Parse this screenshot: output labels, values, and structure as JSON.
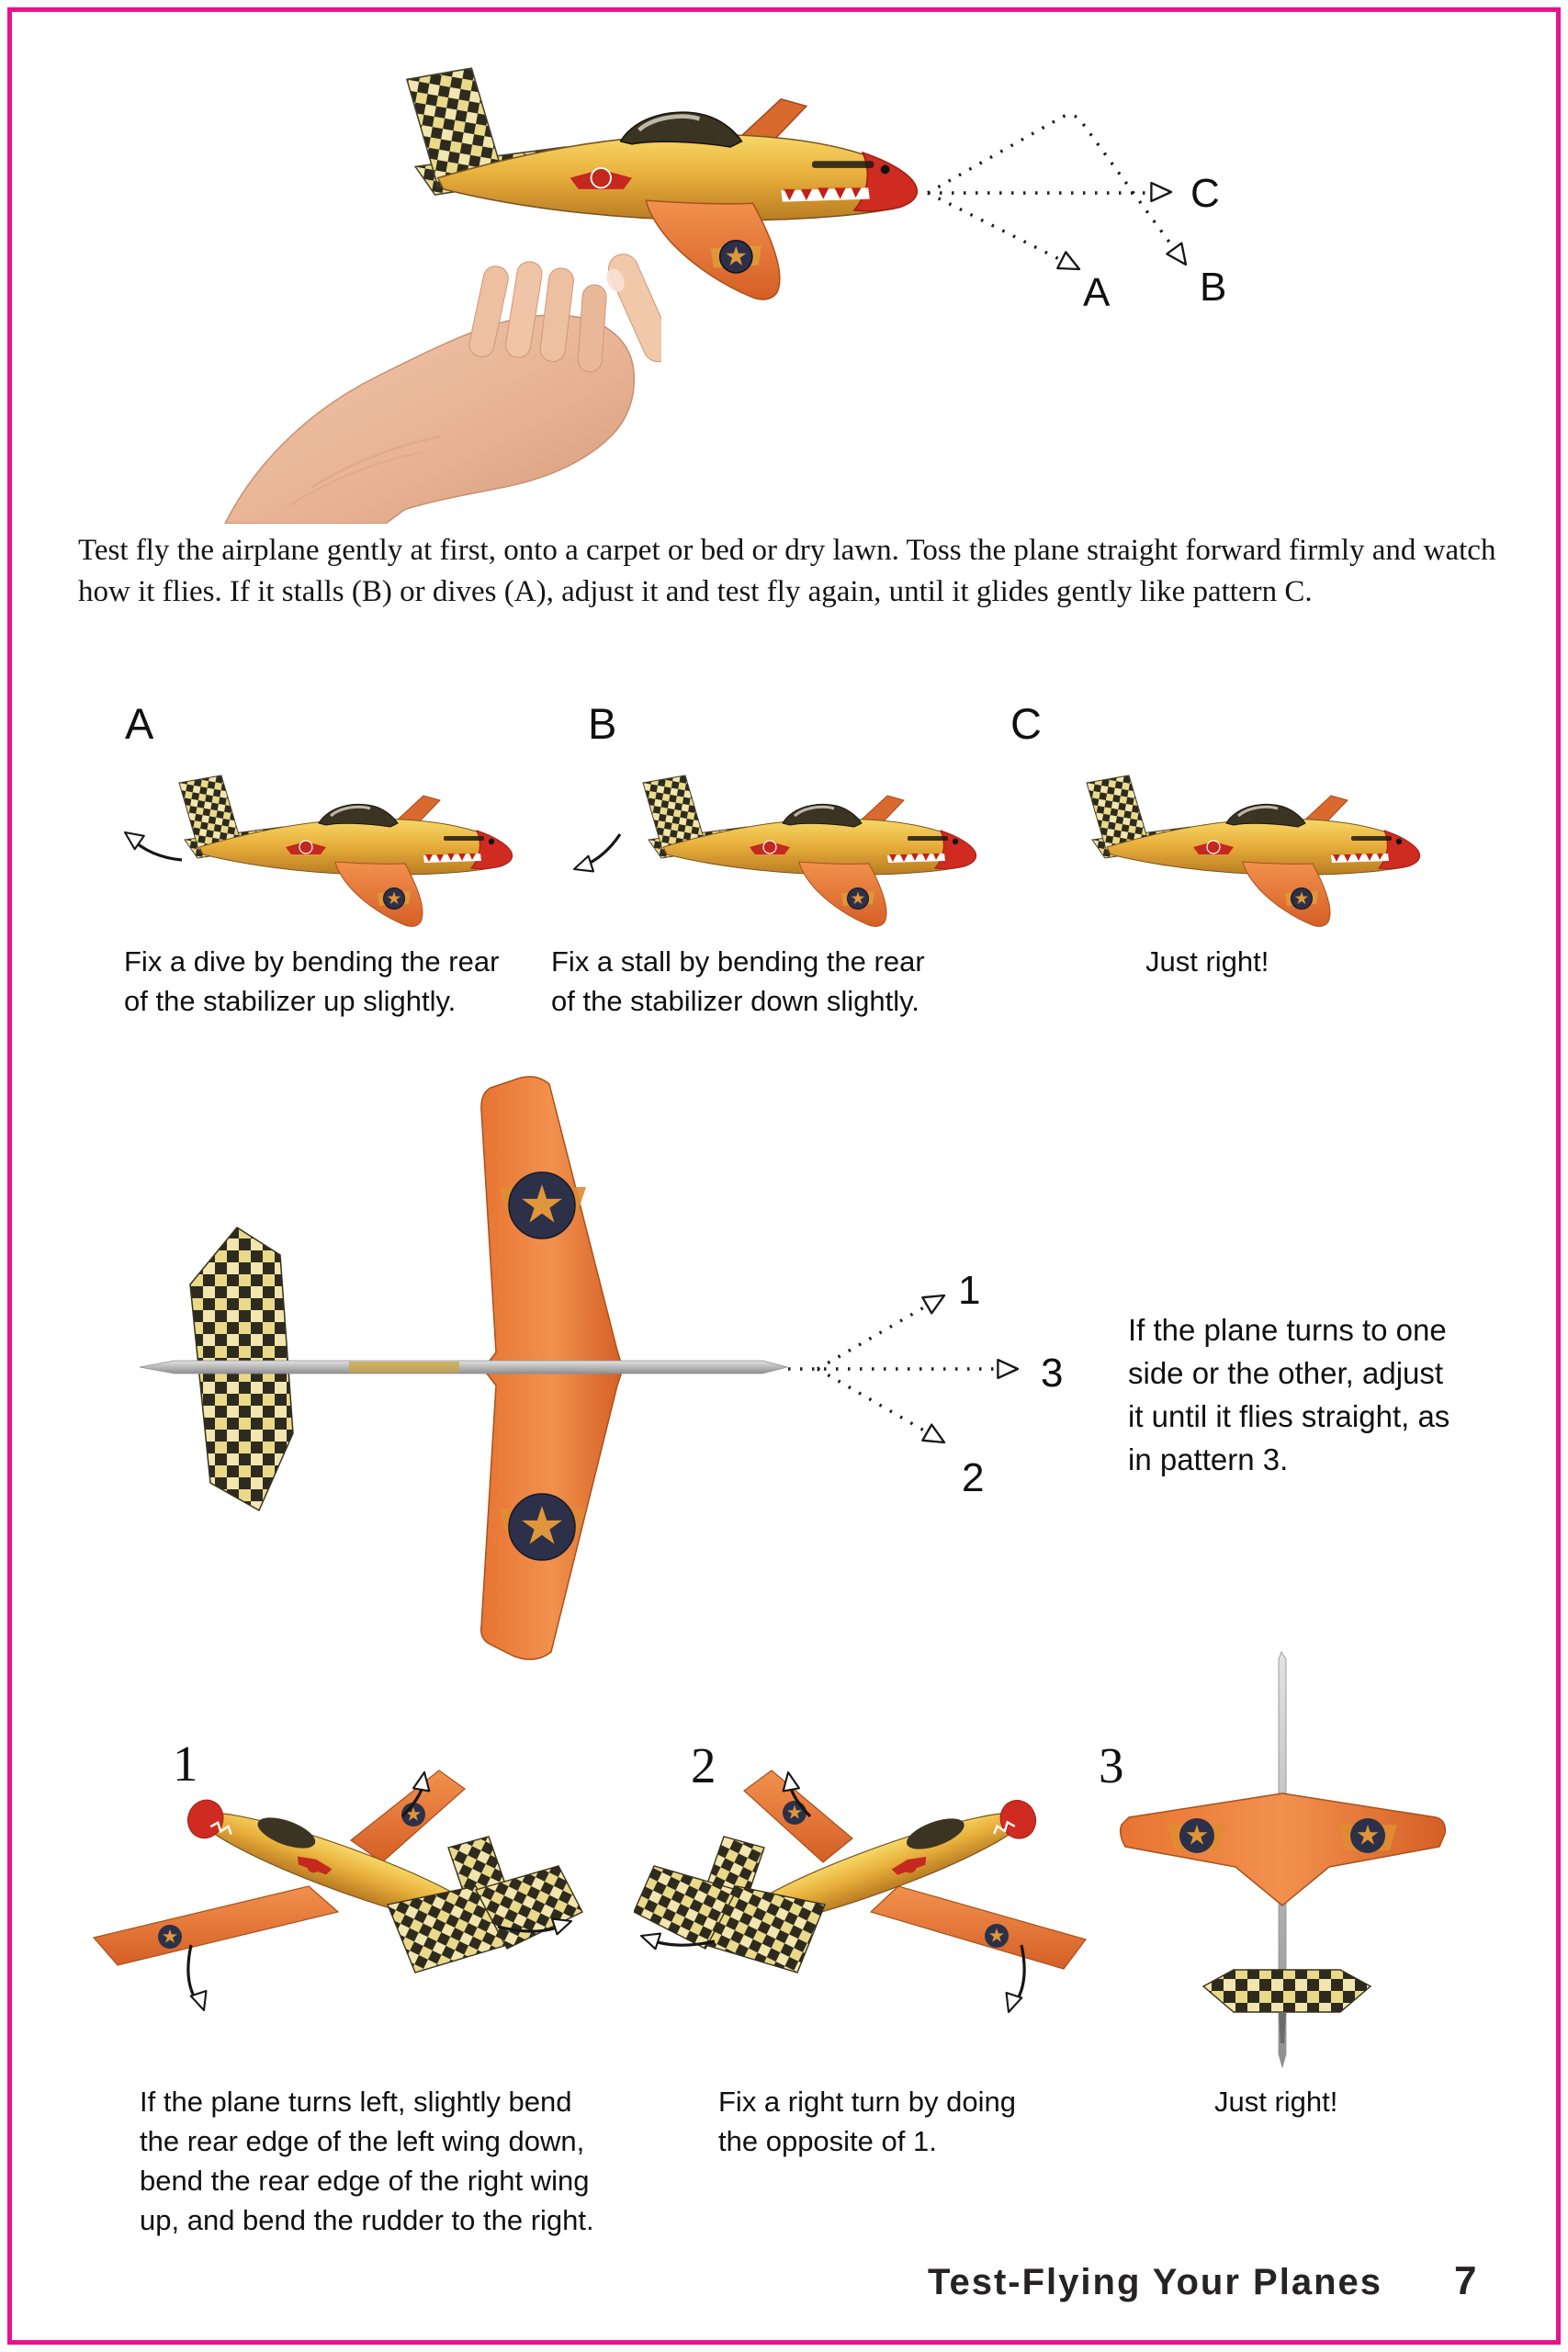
{
  "page": {
    "border_color": "#ec128c",
    "footer_title": "Test-Flying Your Planes",
    "page_number": "7"
  },
  "palette": {
    "gold": "#e9b13d",
    "wing_orange": "#e87432",
    "nose_red": "#cf2b20",
    "checker_yellow": "#ead989",
    "checker_black": "#2e2b1e",
    "roundel_navy": "#2c3049",
    "star_orange": "#e0963a"
  },
  "intro": {
    "paragraph": "Test fly the airplane gently at first, onto a carpet or bed or dry lawn. Toss the plane straight forward firmly and watch how it flies. If it stalls (B) or dives (A), adjust it and test fly again, until it glides gently like pattern C."
  },
  "toss_patterns": {
    "a": "A",
    "b": "B",
    "c": "C"
  },
  "fix_row": {
    "a_label": "A",
    "b_label": "B",
    "c_label": "C",
    "a_caption": [
      "Fix a dive by bending the rear",
      "of the stabilizer up slightly."
    ],
    "b_caption": [
      "Fix a stall by bending the rear",
      "of the stabilizer down slightly."
    ],
    "c_caption": [
      "Just right!"
    ]
  },
  "turn_diagram": {
    "p1": "1",
    "p2": "2",
    "p3": "3",
    "note": [
      "If the plane turns to one",
      "side or the other, adjust",
      "it until it flies straight, as",
      "in pattern 3."
    ]
  },
  "turn_row": {
    "n1": "1",
    "n2": "2",
    "n3": "3",
    "caption1": [
      "If the plane turns left, slightly bend",
      "the rear edge of the left wing down,",
      "bend the rear edge of the right wing",
      "up, and bend the rudder to the right."
    ],
    "caption2": [
      "Fix a right turn by doing",
      "the opposite of 1."
    ],
    "caption3": [
      "Just right!"
    ]
  }
}
